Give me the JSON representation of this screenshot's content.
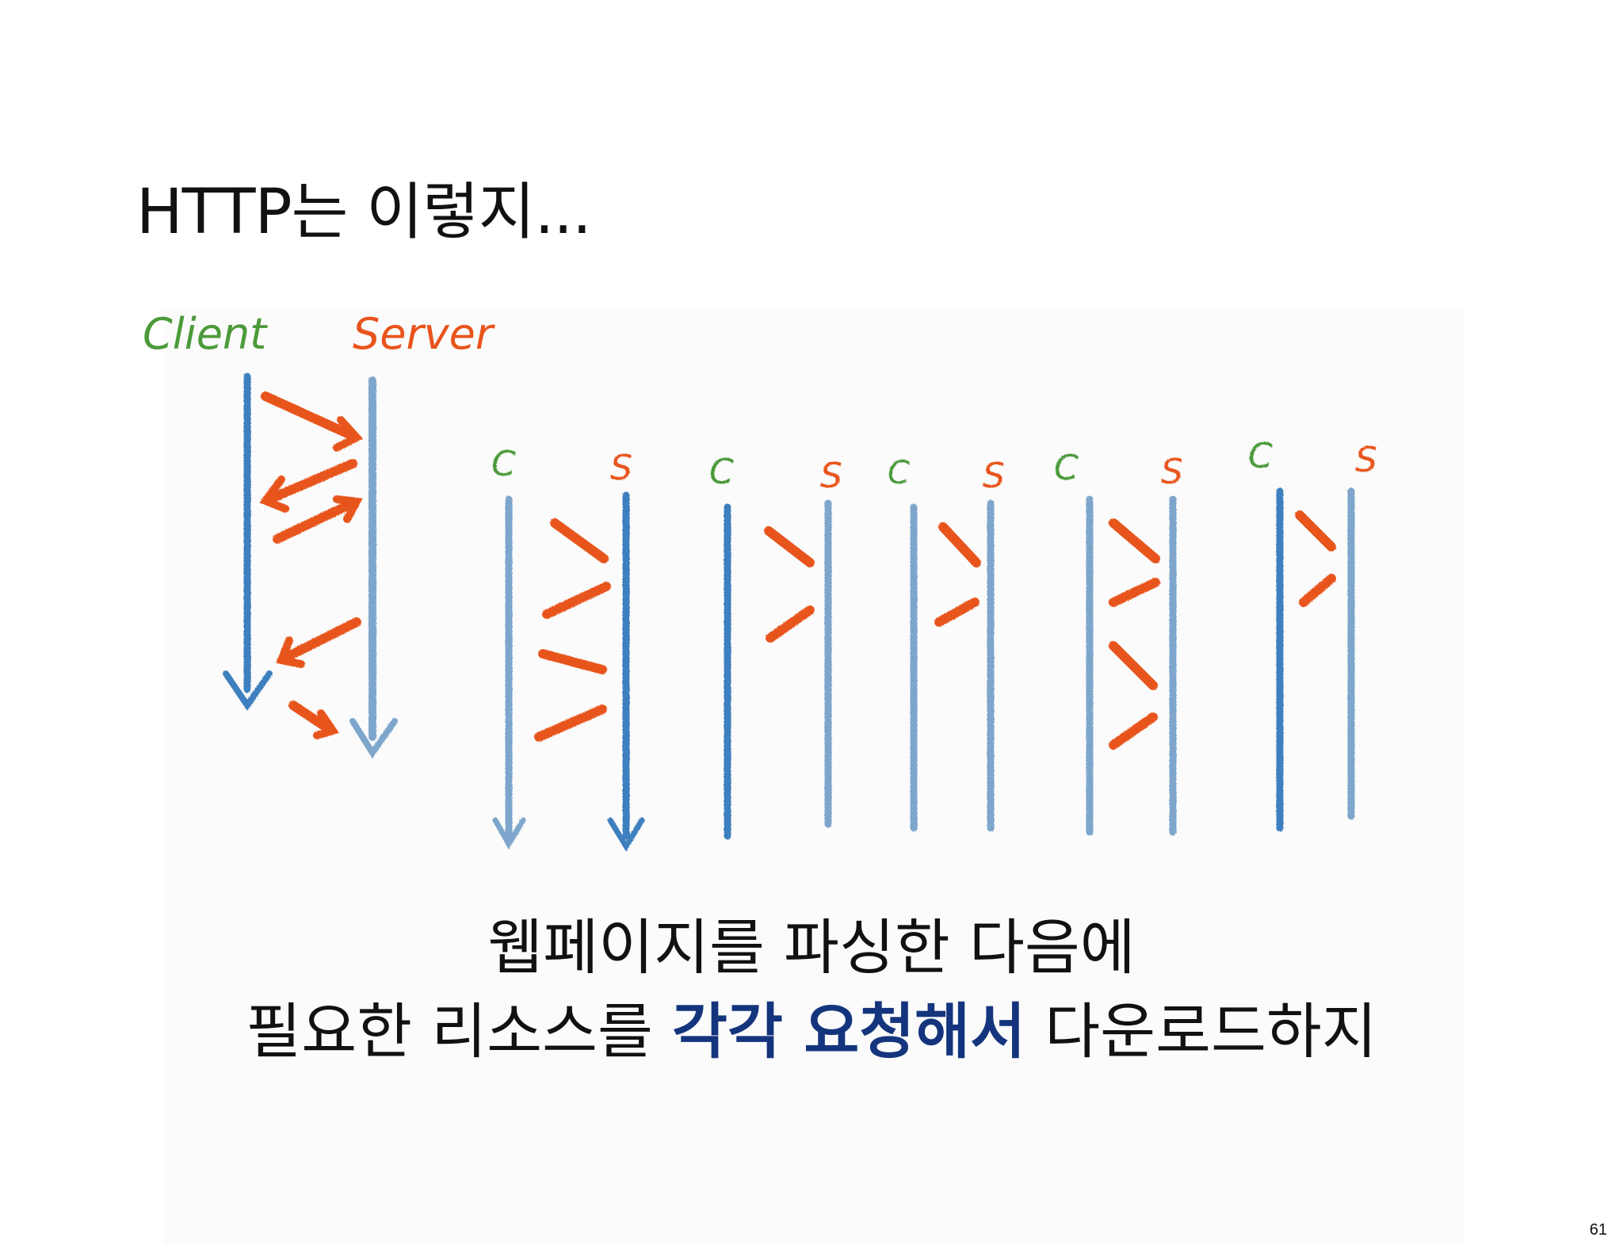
{
  "slide": {
    "title": "HTTP는 이렇지...",
    "caption": {
      "line1": "웹페이지를 파싱한 다음에",
      "line2_before": "필요한 리소스를 ",
      "line2_highlight": "각각 요청해서",
      "line2_after": " 다운로드하지"
    },
    "page_number": "61"
  },
  "illustration": {
    "client_label": "Client",
    "server_label": "Server",
    "short_client_label": "C",
    "short_server_label": "S",
    "colors": {
      "timeline": "#3e7fbf",
      "request_arrow": "#e8541c",
      "client_text": "#4c9a3a",
      "server_text": "#e8541c",
      "highlight_text": "#14357d"
    }
  }
}
